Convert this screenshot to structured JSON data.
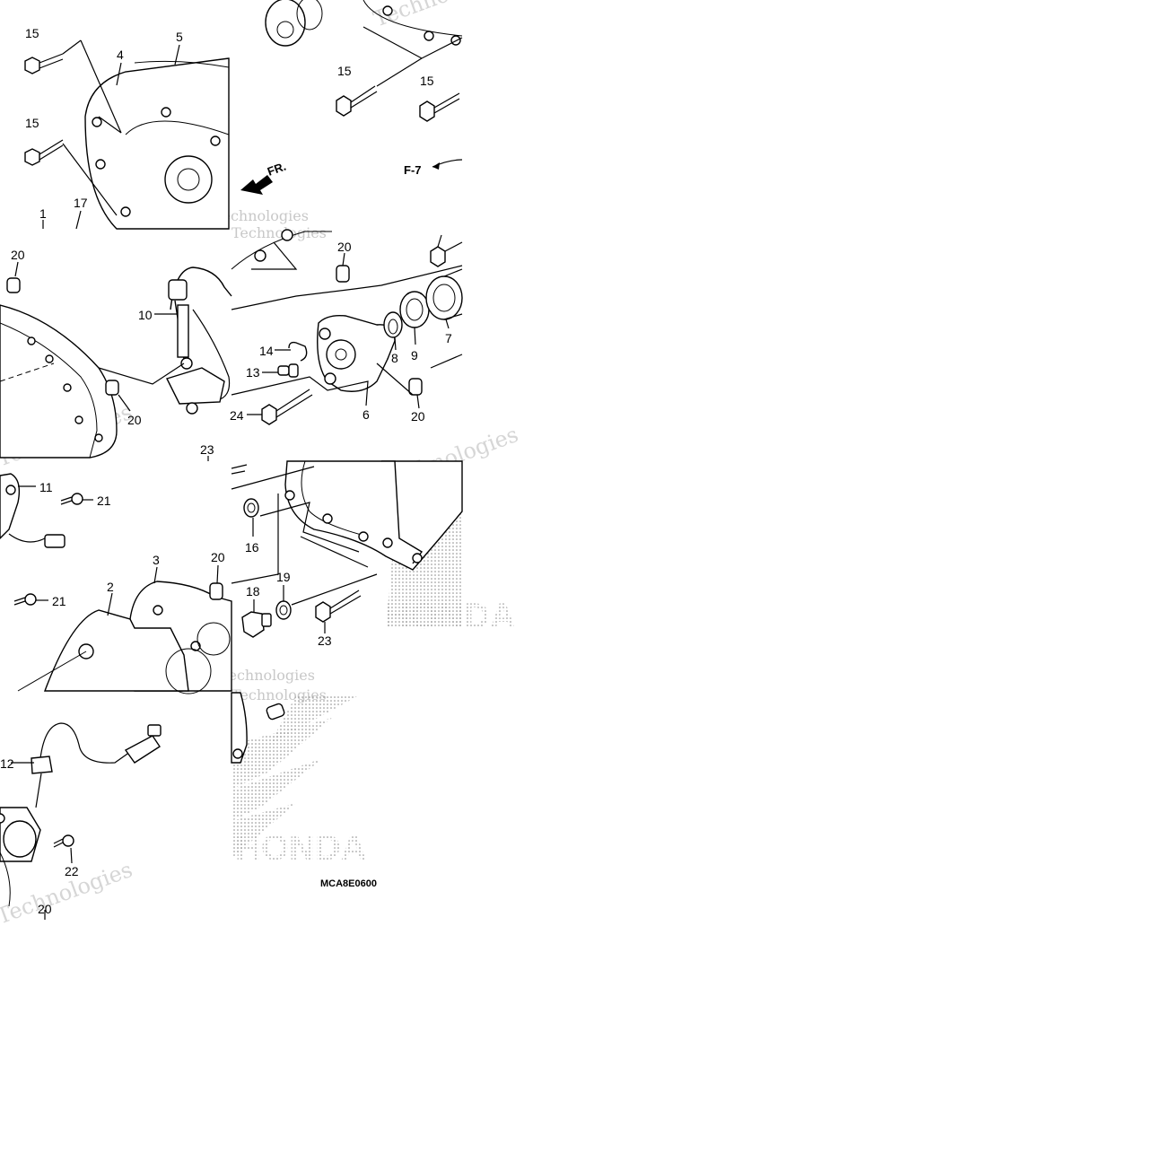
{
  "diagram": {
    "code": "MCA8E0600",
    "direction_label": "FR.",
    "reference": "F-7",
    "watermark_lines": [
      "vNext Technologies",
      "Technologies"
    ],
    "brand_letters": "HONDA",
    "callouts": [
      "15",
      "4",
      "5",
      "15",
      "17",
      "1",
      "15",
      "15",
      "20",
      "10",
      "20",
      "20",
      "14",
      "13",
      "8",
      "9",
      "7",
      "24",
      "6",
      "20",
      "23",
      "11",
      "21",
      "21",
      "2",
      "3",
      "20",
      "16",
      "18",
      "19",
      "23",
      "12",
      "22",
      "20"
    ]
  }
}
